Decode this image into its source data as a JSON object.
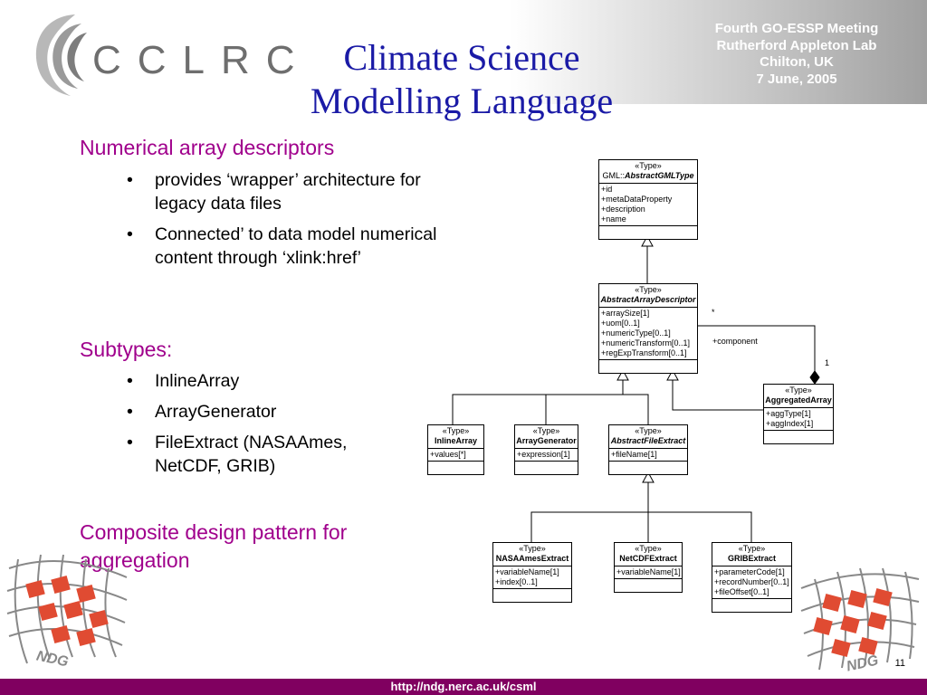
{
  "header": {
    "logo_text": "CCLRC",
    "title_line1": "Climate Science",
    "title_line2": "Modelling Language",
    "meeting": [
      "Fourth GO-ESSP Meeting",
      "Rutherford Appleton Lab",
      "Chilton, UK",
      "7 June, 2005"
    ]
  },
  "left": {
    "heading1": "Numerical array descriptors",
    "bullets1": [
      "provides ‘wrapper’ architecture for legacy data files",
      "Connected’ to data model numerical content through ‘xlink:href’"
    ],
    "heading2": "Subtypes:",
    "bullets2": [
      "InlineArray",
      "ArrayGenerator",
      "FileExtract (NASAAmes, NetCDF, GRIB)"
    ],
    "heading3": "Composite design pattern for aggregation",
    "bullet_char": "•"
  },
  "diagram": {
    "stereotype": "«Type»",
    "abstract_gml": {
      "prefix": "GML::",
      "name": "AbstractGMLType",
      "attrs": [
        "+id",
        "+metaDataProperty",
        "+description",
        "+name"
      ]
    },
    "abstract_array": {
      "name": "AbstractArrayDescriptor",
      "attrs": [
        "+arraySize[1]",
        "+uom[0..1]",
        "+numericType[0..1]",
        "+numericTransform[0..1]",
        "+regExpTransform[0..1]"
      ]
    },
    "aggregated": {
      "name": "AggregatedArray",
      "attrs": [
        "+aggType[1]",
        "+aggIndex[1]"
      ]
    },
    "inline": {
      "name": "InlineArray",
      "attrs": [
        "+values[*]"
      ]
    },
    "generator": {
      "name": "ArrayGenerator",
      "attrs": [
        "+expression[1]"
      ]
    },
    "fileextract": {
      "name": "AbstractFileExtract",
      "attrs": [
        "+fileName[1]"
      ]
    },
    "nasa": {
      "name": "NASAAmesExtract",
      "attrs": [
        "+variableName[1]",
        "+index[0..1]"
      ]
    },
    "netcdf": {
      "name": "NetCDFExtract",
      "attrs": [
        "+variableName[1]"
      ]
    },
    "grib": {
      "name": "GRIBExtract",
      "attrs": [
        "+parameterCode[1]",
        "+recordNumber[0..1]",
        "+fileOffset[0..1]"
      ]
    },
    "assoc_mult_many": "*",
    "assoc_role": "+component",
    "assoc_mult_one": "1"
  },
  "footer": {
    "url": "http://ndg.nerc.ac.uk/csml",
    "page_number": "11"
  },
  "ndg_logo_text": "NDG",
  "colors": {
    "title": "#1a1aa6",
    "heading": "#a0008c",
    "footer": "#800060",
    "ndg_red": "#e04b32"
  }
}
